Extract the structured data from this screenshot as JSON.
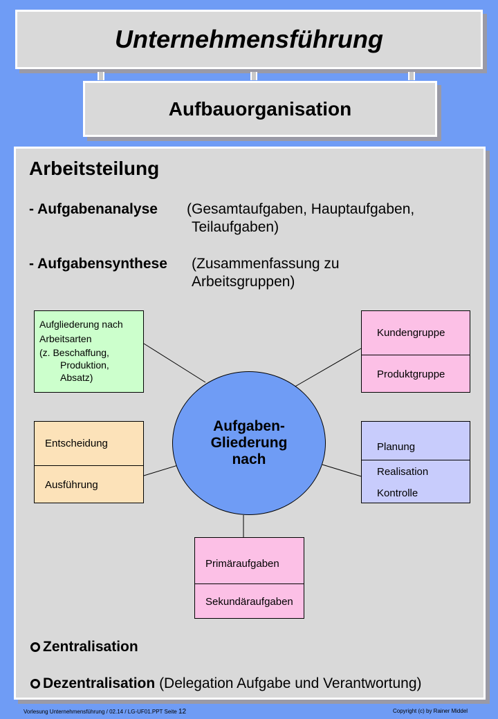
{
  "header": {
    "title": "Unternehmensführung",
    "subtitle": "Aufbauorganisation"
  },
  "content": {
    "heading": "Arbeitsteilung",
    "analysis": {
      "term": "- Aufgabenanalyse",
      "detail_line1": "(Gesamtaufgaben, Hauptaufgaben,",
      "detail_line2": "Teilaufgaben)"
    },
    "synthesis": {
      "term": "- Aufgabensynthese",
      "detail_line1": "(Zusammenfassung zu",
      "detail_line2": "Arbeitsgruppen)"
    }
  },
  "diagram": {
    "center": {
      "line1": "Aufgaben-",
      "line2": "Gliederung",
      "line3": "nach"
    },
    "work_types": {
      "line1": "Aufgliederung nach",
      "line2": "Arbeitsarten",
      "line3": "(z. Beschaffung,",
      "line4": "Produktion,",
      "line5": "Absatz)"
    },
    "decision": [
      "Entscheidung",
      "Ausführung"
    ],
    "customer": [
      "Kundengruppe",
      "Produktgruppe"
    ],
    "planning": [
      "Planung",
      "Realisation",
      "Kontrolle"
    ],
    "primary": [
      "Primäraufgaben",
      "Sekundäraufgaben"
    ],
    "colors": {
      "green": "#ccffcc",
      "orange": "#fce2b9",
      "pink": "#fcc0e6",
      "lavender": "#c8ccfc",
      "circle": "#6f9cf5"
    }
  },
  "bullets": {
    "centralization": "Zentralisation",
    "decentralization_term": "Dezentralisation",
    "decentralization_detail": "(Delegation Aufgabe und Verantwortung)"
  },
  "footer": {
    "left_text": "Vorlesung Unternehmensführung   / 02.14  / LG-UF01.PPT  Seite",
    "page_number": "12",
    "right": "Copyright  (c) by Rainer  Middel"
  }
}
